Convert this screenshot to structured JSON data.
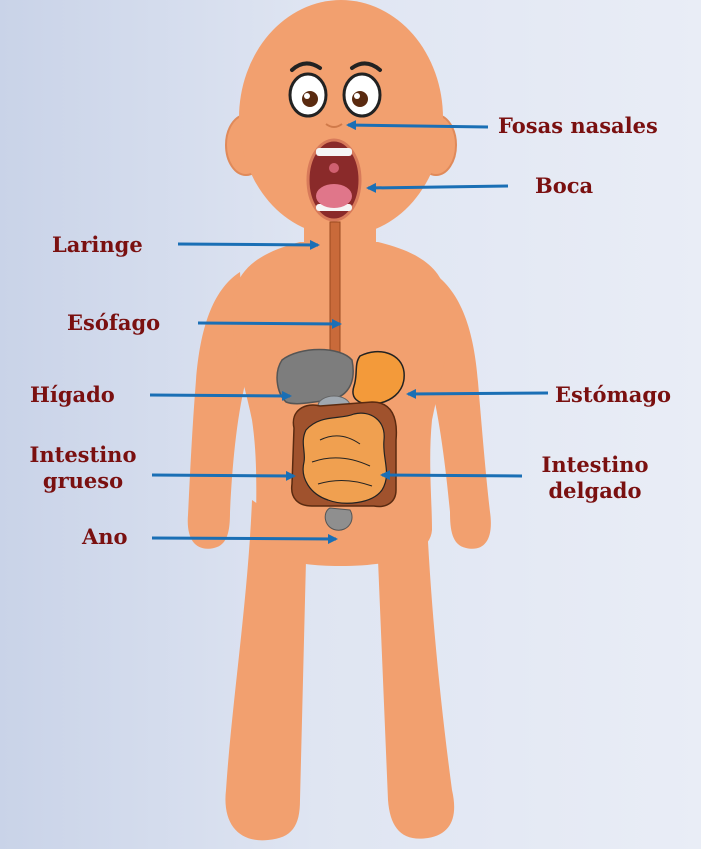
{
  "colors": {
    "background": "#dfe5f2",
    "skin": "#f2a06f",
    "skin_outline": "#e08a5a",
    "arrow": "#1a6fb5",
    "label": "#7a1010",
    "organ_gray": "#7d7d7d",
    "intestine": "#f0a050",
    "stomach": "#f39a3a",
    "esophagus": "#c96a3a"
  },
  "labels": {
    "fosas_nasales": "Fosas nasales",
    "boca": "Boca",
    "laringe": "Laringe",
    "esofago": "Esófago",
    "higado": "Hígado",
    "estomago": "Estómago",
    "intestino_grueso_1": "Intestino",
    "intestino_grueso_2": "grueso",
    "intestino_delgado_1": "Intestino",
    "intestino_delgado_2": "delgado",
    "ano": "Ano"
  }
}
